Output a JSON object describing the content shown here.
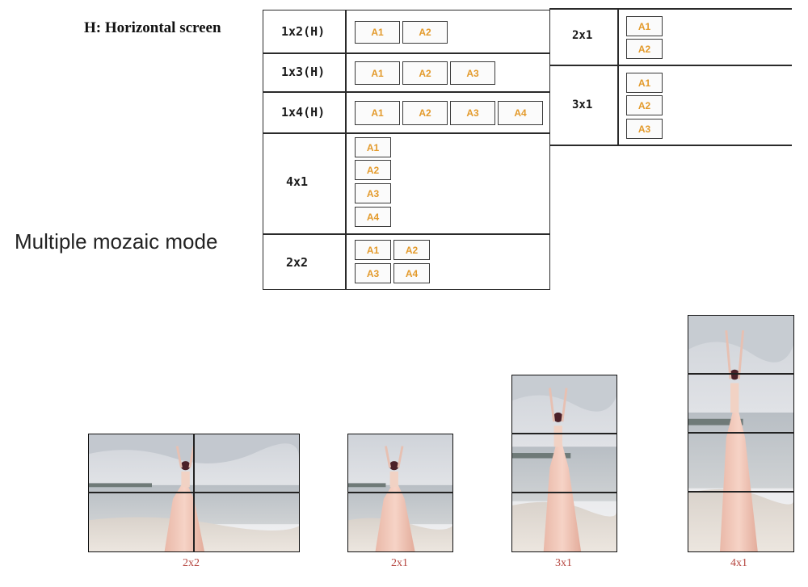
{
  "header": {
    "horizontal_label": "H: Horizontal screen",
    "title": "Multiple mozaic mode"
  },
  "left_table": [
    {
      "name": "1x2(H)",
      "cells": [
        "A1",
        "A2"
      ]
    },
    {
      "name": "1x3(H)",
      "cells": [
        "A1",
        "A2",
        "A3"
      ]
    },
    {
      "name": "1x4(H)",
      "cells": [
        "A1",
        "A2",
        "A3",
        "A4"
      ]
    },
    {
      "name": "4x1",
      "cells": [
        "A1",
        "A2",
        "A3",
        "A4"
      ]
    },
    {
      "name": "2x2",
      "cells": [
        "A1",
        "A2",
        "A3",
        "A4"
      ]
    }
  ],
  "right_table": [
    {
      "name": "2x1",
      "cells": [
        "A1",
        "A2"
      ]
    },
    {
      "name": "3x1",
      "cells": [
        "A1",
        "A2",
        "A3"
      ]
    }
  ],
  "examples": [
    {
      "caption": "2x2"
    },
    {
      "caption": "2x1"
    },
    {
      "caption": "3x1"
    },
    {
      "caption": "4x1"
    }
  ],
  "colors": {
    "cell_text": "#e39a2b",
    "caption_text": "#b5443d"
  }
}
